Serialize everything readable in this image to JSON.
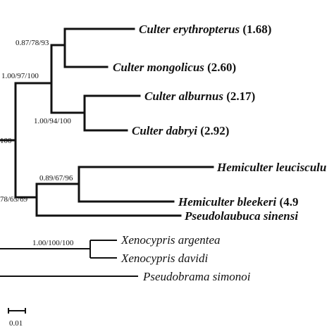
{
  "taxa": {
    "erythropterus": {
      "name": "Culter erythropterus",
      "value": "(1.68)"
    },
    "mongolicus": {
      "name": "Culter mongolicus",
      "value": "(2.60)"
    },
    "alburnus": {
      "name": "Culter alburnus",
      "value": "(2.17)"
    },
    "dabryi": {
      "name": "Culter dabryi",
      "value": "(2.92)"
    },
    "leucisculus": {
      "name": "Hemiculter leucisculu",
      "value": ""
    },
    "bleekeri": {
      "name": "Hemiculter bleekeri",
      "value": "(4.9"
    },
    "pseudolaubuca": {
      "name": "Pseudolaubuca sinensi",
      "value": ""
    },
    "argentea": {
      "name": "Xenocypris argentea",
      "value": ""
    },
    "davidi": {
      "name": "Xenocypris davidi",
      "value": ""
    },
    "pseudobrama": {
      "name": "Pseudobrama simonoi",
      "value": ""
    }
  },
  "support": {
    "culter_ery_mon": "0.87/78/93",
    "culter_all": "1.00/97/100",
    "culter_alb_dab": "1.00/94/100",
    "hemi_ingroup": "0.89/67/96",
    "hemi_clade": "78/65/69",
    "root_ingroup": "100",
    "xenocypris": "1.00/100/100"
  },
  "scale": {
    "label": "0.01"
  }
}
